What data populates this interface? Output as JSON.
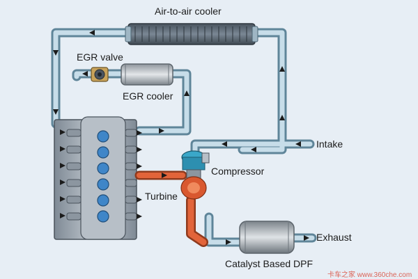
{
  "labels": {
    "air_cooler": "Air-to-air cooler",
    "egr_valve": "EGR valve",
    "egr_cooler": "EGR cooler",
    "intake": "Intake",
    "compressor": "Compressor",
    "turbine": "Turbine",
    "exhaust": "Exhaust",
    "dpf": "Catalyst Based DPF"
  },
  "watermark": "卡车之家 www.360che.com",
  "colors": {
    "background": "#e7eef5",
    "pipe": "#9fc2d6",
    "hot_pipe": "#e2643a",
    "engine": "#9aa3ad",
    "cooler": "#5f6b76",
    "arrow": "#1b1b1b"
  },
  "icons": {
    "arrow": "flow-arrow-icon",
    "valve": "valve-icon"
  }
}
